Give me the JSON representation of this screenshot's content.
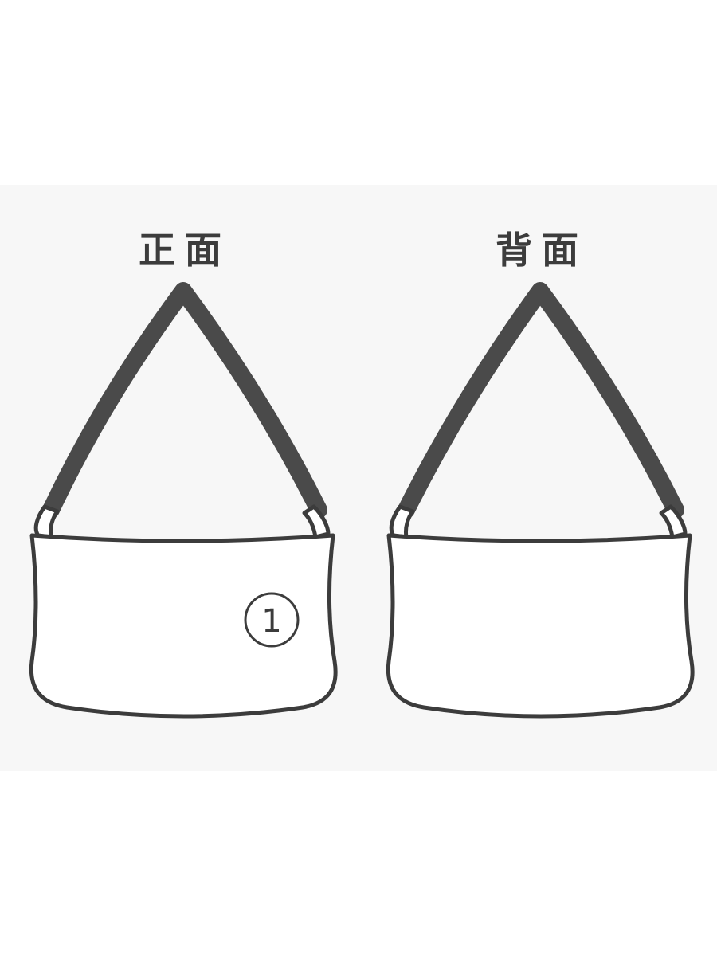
{
  "views": {
    "front": {
      "label": "正面",
      "marker": "1"
    },
    "back": {
      "label": "背面"
    }
  },
  "colors": {
    "background": "#ffffff",
    "panel": "#f7f7f7",
    "strap": "#4a4a4a",
    "outline": "#3c3c3c",
    "fill": "#ffffff"
  }
}
